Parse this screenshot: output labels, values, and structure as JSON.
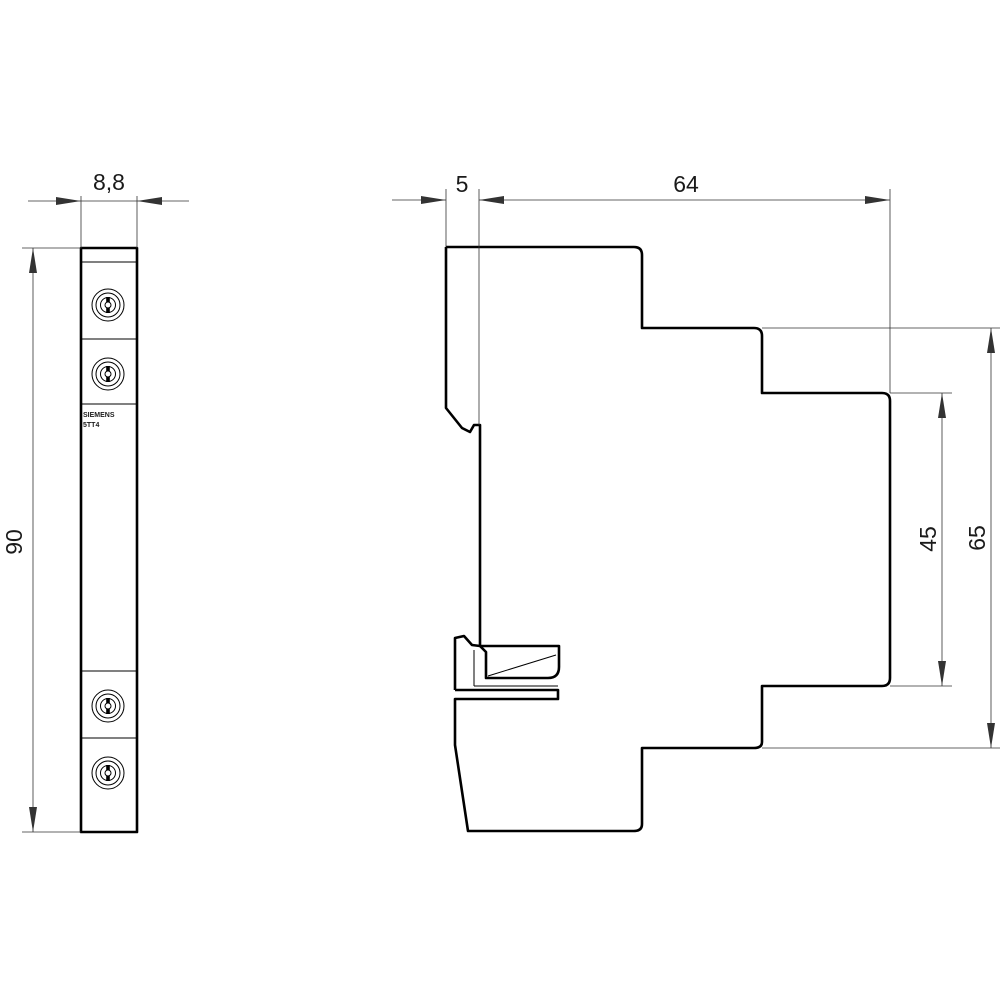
{
  "front_view": {
    "width_label": "8,8",
    "height_label": "90",
    "brand_text": "SIEMENS",
    "type_text": "5TT4",
    "terminal_count": 4
  },
  "side_view": {
    "offset_label": "5",
    "depth_label": "64",
    "inner_height_label": "45",
    "outer_height_label": "65"
  }
}
